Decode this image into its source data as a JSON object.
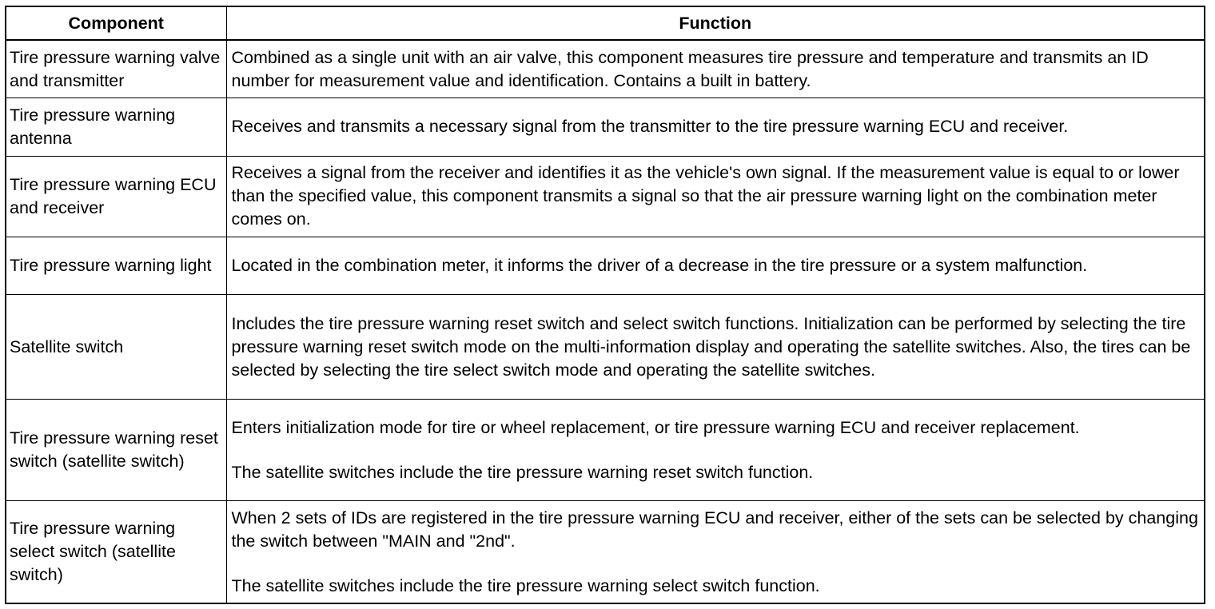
{
  "table": {
    "headers": {
      "component": "Component",
      "function": "Function"
    },
    "rows": [
      {
        "component": "Tire pressure warning valve and transmitter",
        "function": [
          "Combined as a single unit with an air valve, this component measures tire pressure and temperature and transmits an ID number for measurement value and identification. Contains a built in battery."
        ]
      },
      {
        "component": "Tire pressure warning antenna",
        "function": [
          "Receives and transmits a necessary signal from the transmitter to the tire pressure warning ECU and receiver."
        ]
      },
      {
        "component": "Tire pressure warning ECU and receiver",
        "function": [
          "Receives a signal from the receiver and identifies it as the vehicle's own signal. If the measurement value is equal to or lower than the specified value, this component transmits a signal so that the air pressure warning light on the combination meter comes on."
        ]
      },
      {
        "component": "Tire pressure warning light",
        "function": [
          "Located in the combination meter, it informs the driver of a decrease in the tire pressure or a system malfunction."
        ]
      },
      {
        "component": "Satellite switch",
        "function": [
          "Includes the tire pressure warning reset switch and select switch functions. Initialization can be performed by selecting the tire pressure warning reset switch mode on the multi-information display and operating the satellite switches. Also, the tires can be selected by selecting the tire select switch mode and operating the satellite switches."
        ]
      },
      {
        "component": "Tire pressure warning reset switch (satellite switch)",
        "function": [
          "Enters initialization mode for tire or wheel replacement, or tire pressure warning ECU and receiver replacement.",
          "The satellite switches include the tire pressure warning reset switch function."
        ]
      },
      {
        "component": "Tire pressure warning select switch (satellite switch)",
        "function": [
          "When 2 sets of IDs are registered in the tire pressure warning ECU and receiver, either of the sets can be selected by changing the switch between \"MAIN and \"2nd\".",
          "The satellite switches include the tire pressure warning select switch function."
        ]
      }
    ]
  }
}
